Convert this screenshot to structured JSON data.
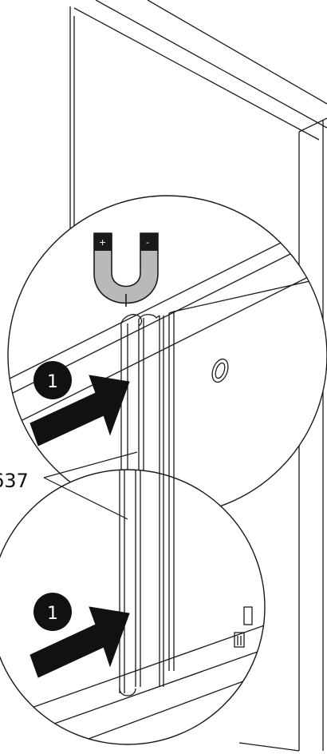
{
  "diagram": {
    "part_label": "637",
    "steps": [
      {
        "number": "1"
      },
      {
        "number": "1"
      }
    ],
    "magnet": {
      "positive_label": "+",
      "negative_label": "-",
      "icon": "magnet-icon"
    },
    "colors": {
      "line": "#1a1a1a",
      "arrow": "#111111",
      "magnet_fill": "#b9b9b9",
      "background": "#ffffff"
    }
  }
}
